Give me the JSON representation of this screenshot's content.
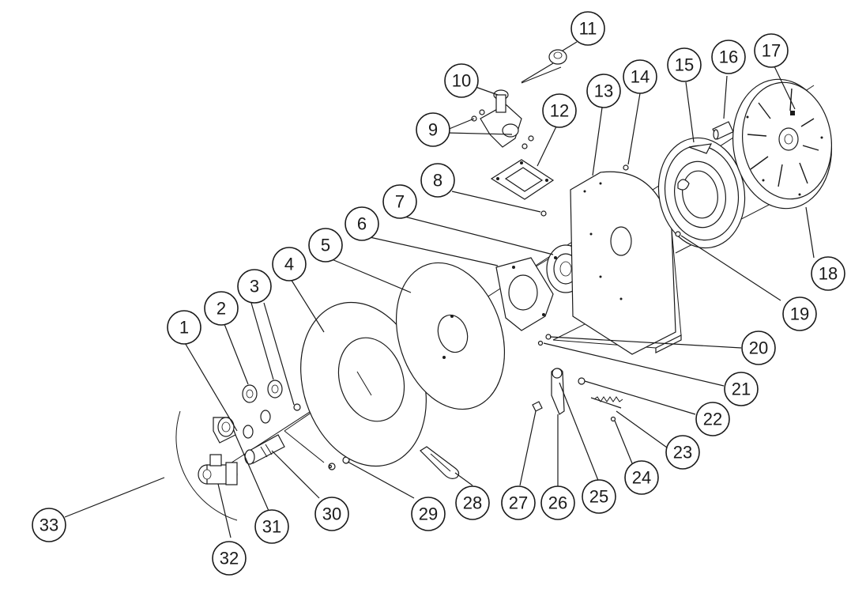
{
  "balloons": [
    "1",
    "2",
    "3",
    "4",
    "5",
    "6",
    "7",
    "8",
    "9",
    "10",
    "11",
    "12",
    "13",
    "14",
    "15",
    "16",
    "17",
    "18",
    "19",
    "20",
    "21",
    "22",
    "23",
    "24",
    "25",
    "26",
    "27",
    "28",
    "29",
    "30",
    "31",
    "32",
    "33"
  ],
  "colors": {
    "ink": "#1a1a1a",
    "paper": "#ffffff"
  }
}
